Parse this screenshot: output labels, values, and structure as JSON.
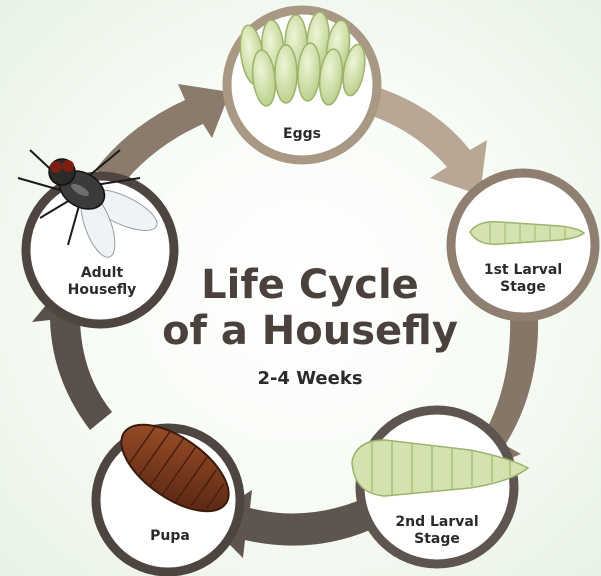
{
  "title": {
    "line1": "Life Cycle",
    "line2": "of a Housefly",
    "duration": "2-4 Weeks"
  },
  "stages": [
    {
      "label": "Eggs"
    },
    {
      "label": "1st Larval\nStage"
    },
    {
      "label": "2nd Larval\nStage"
    },
    {
      "label": "Pupa"
    },
    {
      "label": "Adult\nHousefly"
    }
  ],
  "colors": {
    "ring_light": "#c6b6a2",
    "ring_dark": "#5a504b",
    "circle_border": "#4a413c",
    "egg": "#d0e1a6",
    "larva": "#d4e2b0",
    "pupa": "#7a3a1c",
    "title": "#4a413c"
  },
  "icons": [
    "eggs-illustration",
    "first-larva-illustration",
    "second-larva-illustration",
    "pupa-illustration",
    "housefly-illustration"
  ]
}
